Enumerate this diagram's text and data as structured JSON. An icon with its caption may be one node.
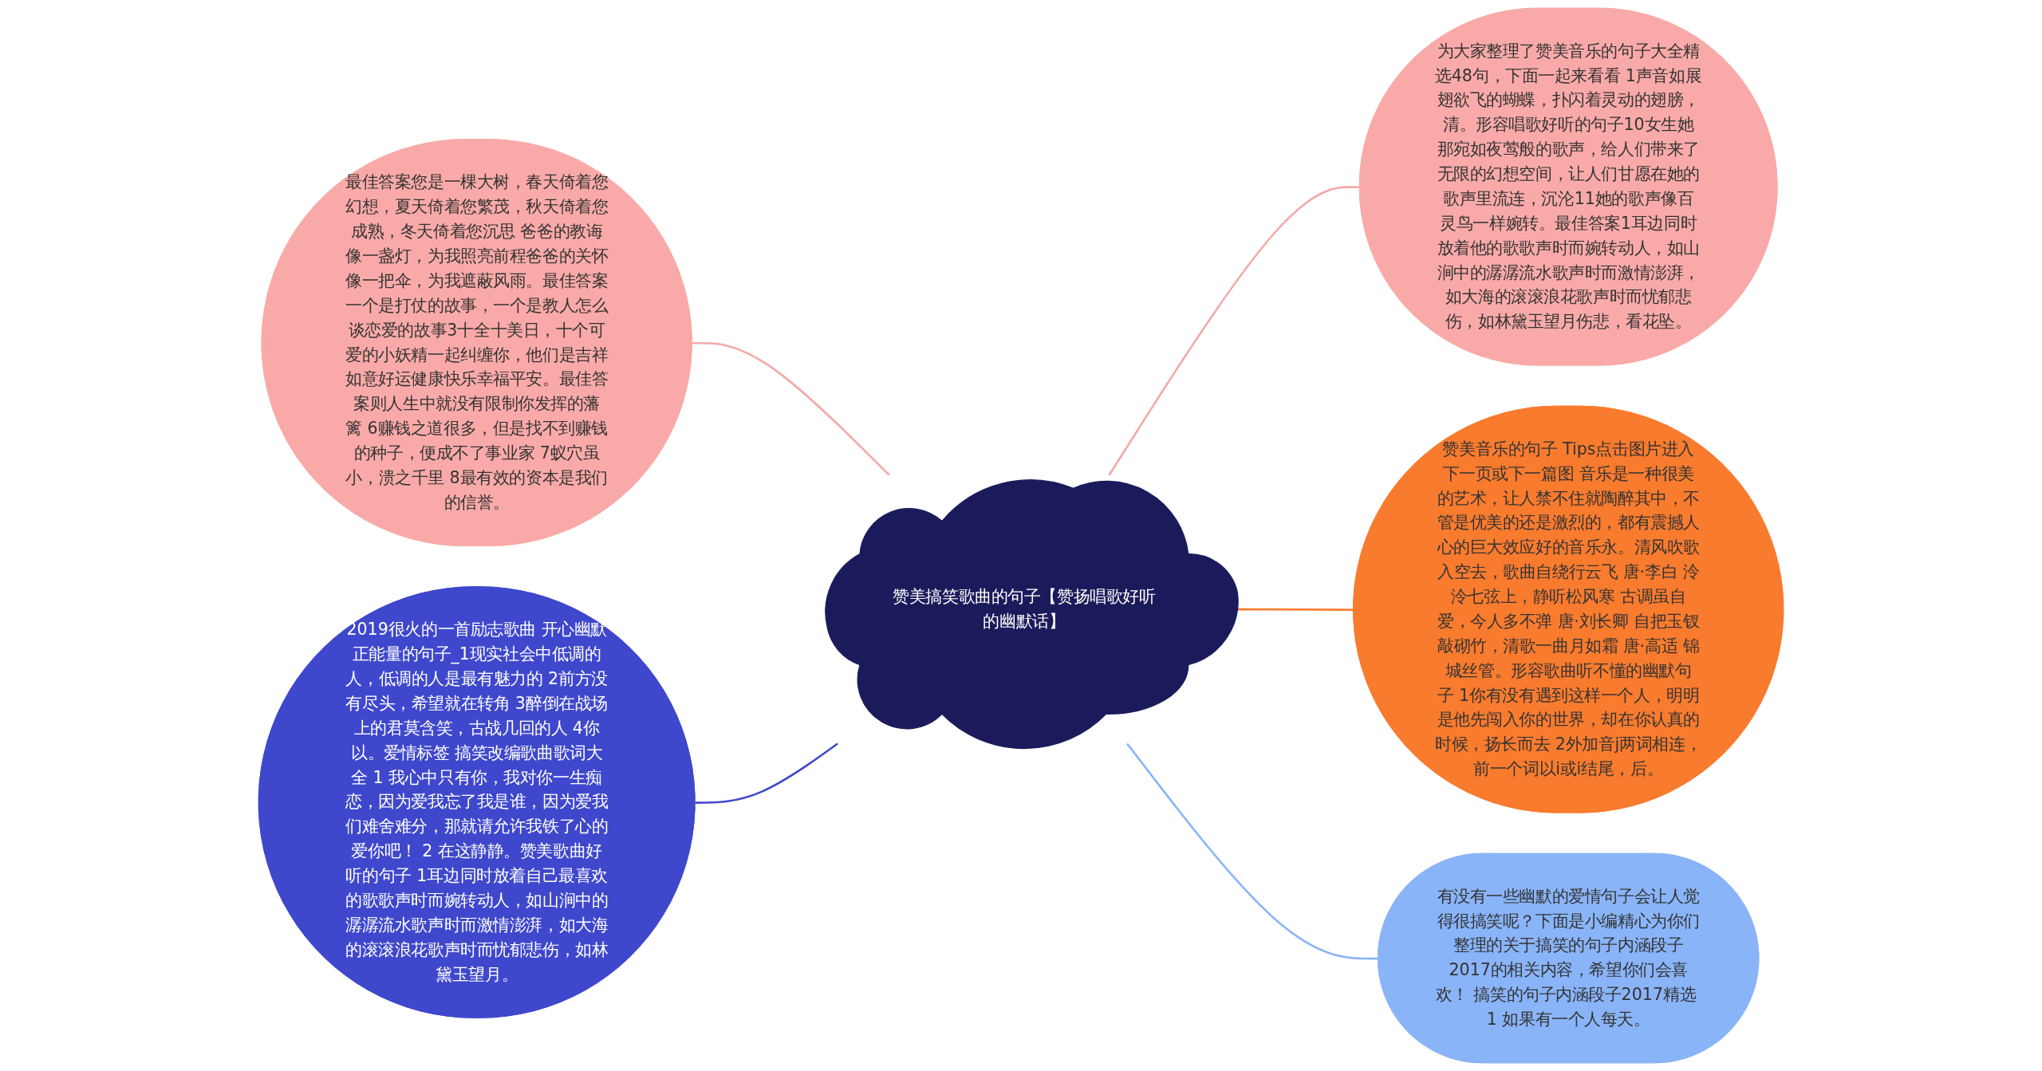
{
  "diagram": {
    "nodes": [
      {
        "text": [
          "赞美搞笑歌曲的句子【赞扬唱歌好听的幽默话】"
        ]
      },
      {
        "text": [
          "最佳答案您是一棵大树，春天倚着您幻想，夏天倚着您繁茂，秋天倚着您成熟，冬天倚着您沉思 爸爸的教诲像一盏灯，为我照亮前程爸爸的关怀像一把伞，为我遮蔽风雨。最佳答案一个是打仗的故事，一个是教人怎么谈恋爱的故事3十全十美日，十个可爱的小妖精一起纠缠你，他们是吉祥如意好运健康快乐幸福平安。最佳答案则人生中就没有限制你发挥的藩篱 6赚钱之道很多，但是找不到赚钱的种子，便成不了事业家 7蚁穴虽小，溃之千里 8最有效的资本是我们的信誉。"
        ]
      },
      {
        "text": [
          "2019很火的一首励志歌曲 开心幽默正能量的句子_1现实社会中低调的人，低调的人是最有魅力的 2前方没有尽头，希望就在转角 3醉倒在战场上的君莫含笑，古战几回的人 4你以。爱情标签 搞笑改编歌曲歌词大全 1 我心中只有你，我对你一生痴恋，因为爱我忘了我是谁，因为爱我们难舍难分，那就请允许我铁了心的爱你吧！ 2 在这静静。赞美歌曲好听的句子 1耳边同时放着自己最喜欢的歌歌声时而婉转动人，如山涧中的潺潺流水歌声时而激情澎湃，如大海的滚滚浪花歌声时而忧郁悲伤，如林黛玉望月。"
        ]
      },
      {
        "text": [
          "为大家整理了赞美音乐的句子大全精选48句，下面一起来看看 1声音如展翅欲飞的蝴蝶，扑闪着灵动的翅膀，清。形容唱歌好听的句子10女生她那宛如夜莺般的歌声，给人们带来了无限的幻想空间，让人们甘愿在她的歌声里流连，沉沦11她的歌声像百灵鸟一样婉转。最佳答案1耳边同时放着他的歌歌声时而婉转动人，如山涧中的潺潺流水歌声时而激情澎湃，如大海的滚滚浪花歌声时而忧郁悲伤，如林黛玉望月伤悲，看花坠。"
        ]
      },
      {
        "text": [
          "赞美音乐的句子 Tips点击图片进入下一页或下一篇图 音乐是一种很美的艺术，让人禁不住就陶醉其中，不管是优美的还是激烈的，都有震撼人心的巨大效应好的音乐永。清风吹歌入空去，歌曲自绕行云飞 唐·李白 泠泠七弦上，静听松风寒 古调虽自爱，今人多不弹 唐·刘长卿 自把玉钗敲砌竹，清歌一曲月如霜 唐·高适 锦城丝管。形容歌曲听不懂的幽默句子 1你有没有遇到这样一个人，明明是他先闯入你的世界，却在你认真的时候，扬长而去 2外加音j两词相连，前一个词以i或i结尾，后。"
        ]
      },
      {
        "text": [
          "有没有一些幽默的爱情句子会让人觉得很搞笑呢？下面是小编精心为你们整理的关于搞笑的句子内涵段子2017的相关内容，希望你们会喜欢！ 搞笑的句子内涵段子2017精选 1 如果有一个人每天。"
        ]
      }
    ],
    "edges": [
      {
        "from": 1,
        "to": 0,
        "arrow": "none",
        "color": "#f4a9a8"
      },
      {
        "from": 2,
        "to": 0,
        "arrow": "none",
        "color": "#3f48cc"
      },
      {
        "from": 0,
        "to": 3,
        "arrow": "none",
        "color": "#f4a9a8"
      },
      {
        "from": 0,
        "to": 4,
        "arrow": "none",
        "color": "#f97b2e"
      },
      {
        "from": 0,
        "to": 5,
        "arrow": "none",
        "color": "#8ab4f8"
      }
    ]
  }
}
